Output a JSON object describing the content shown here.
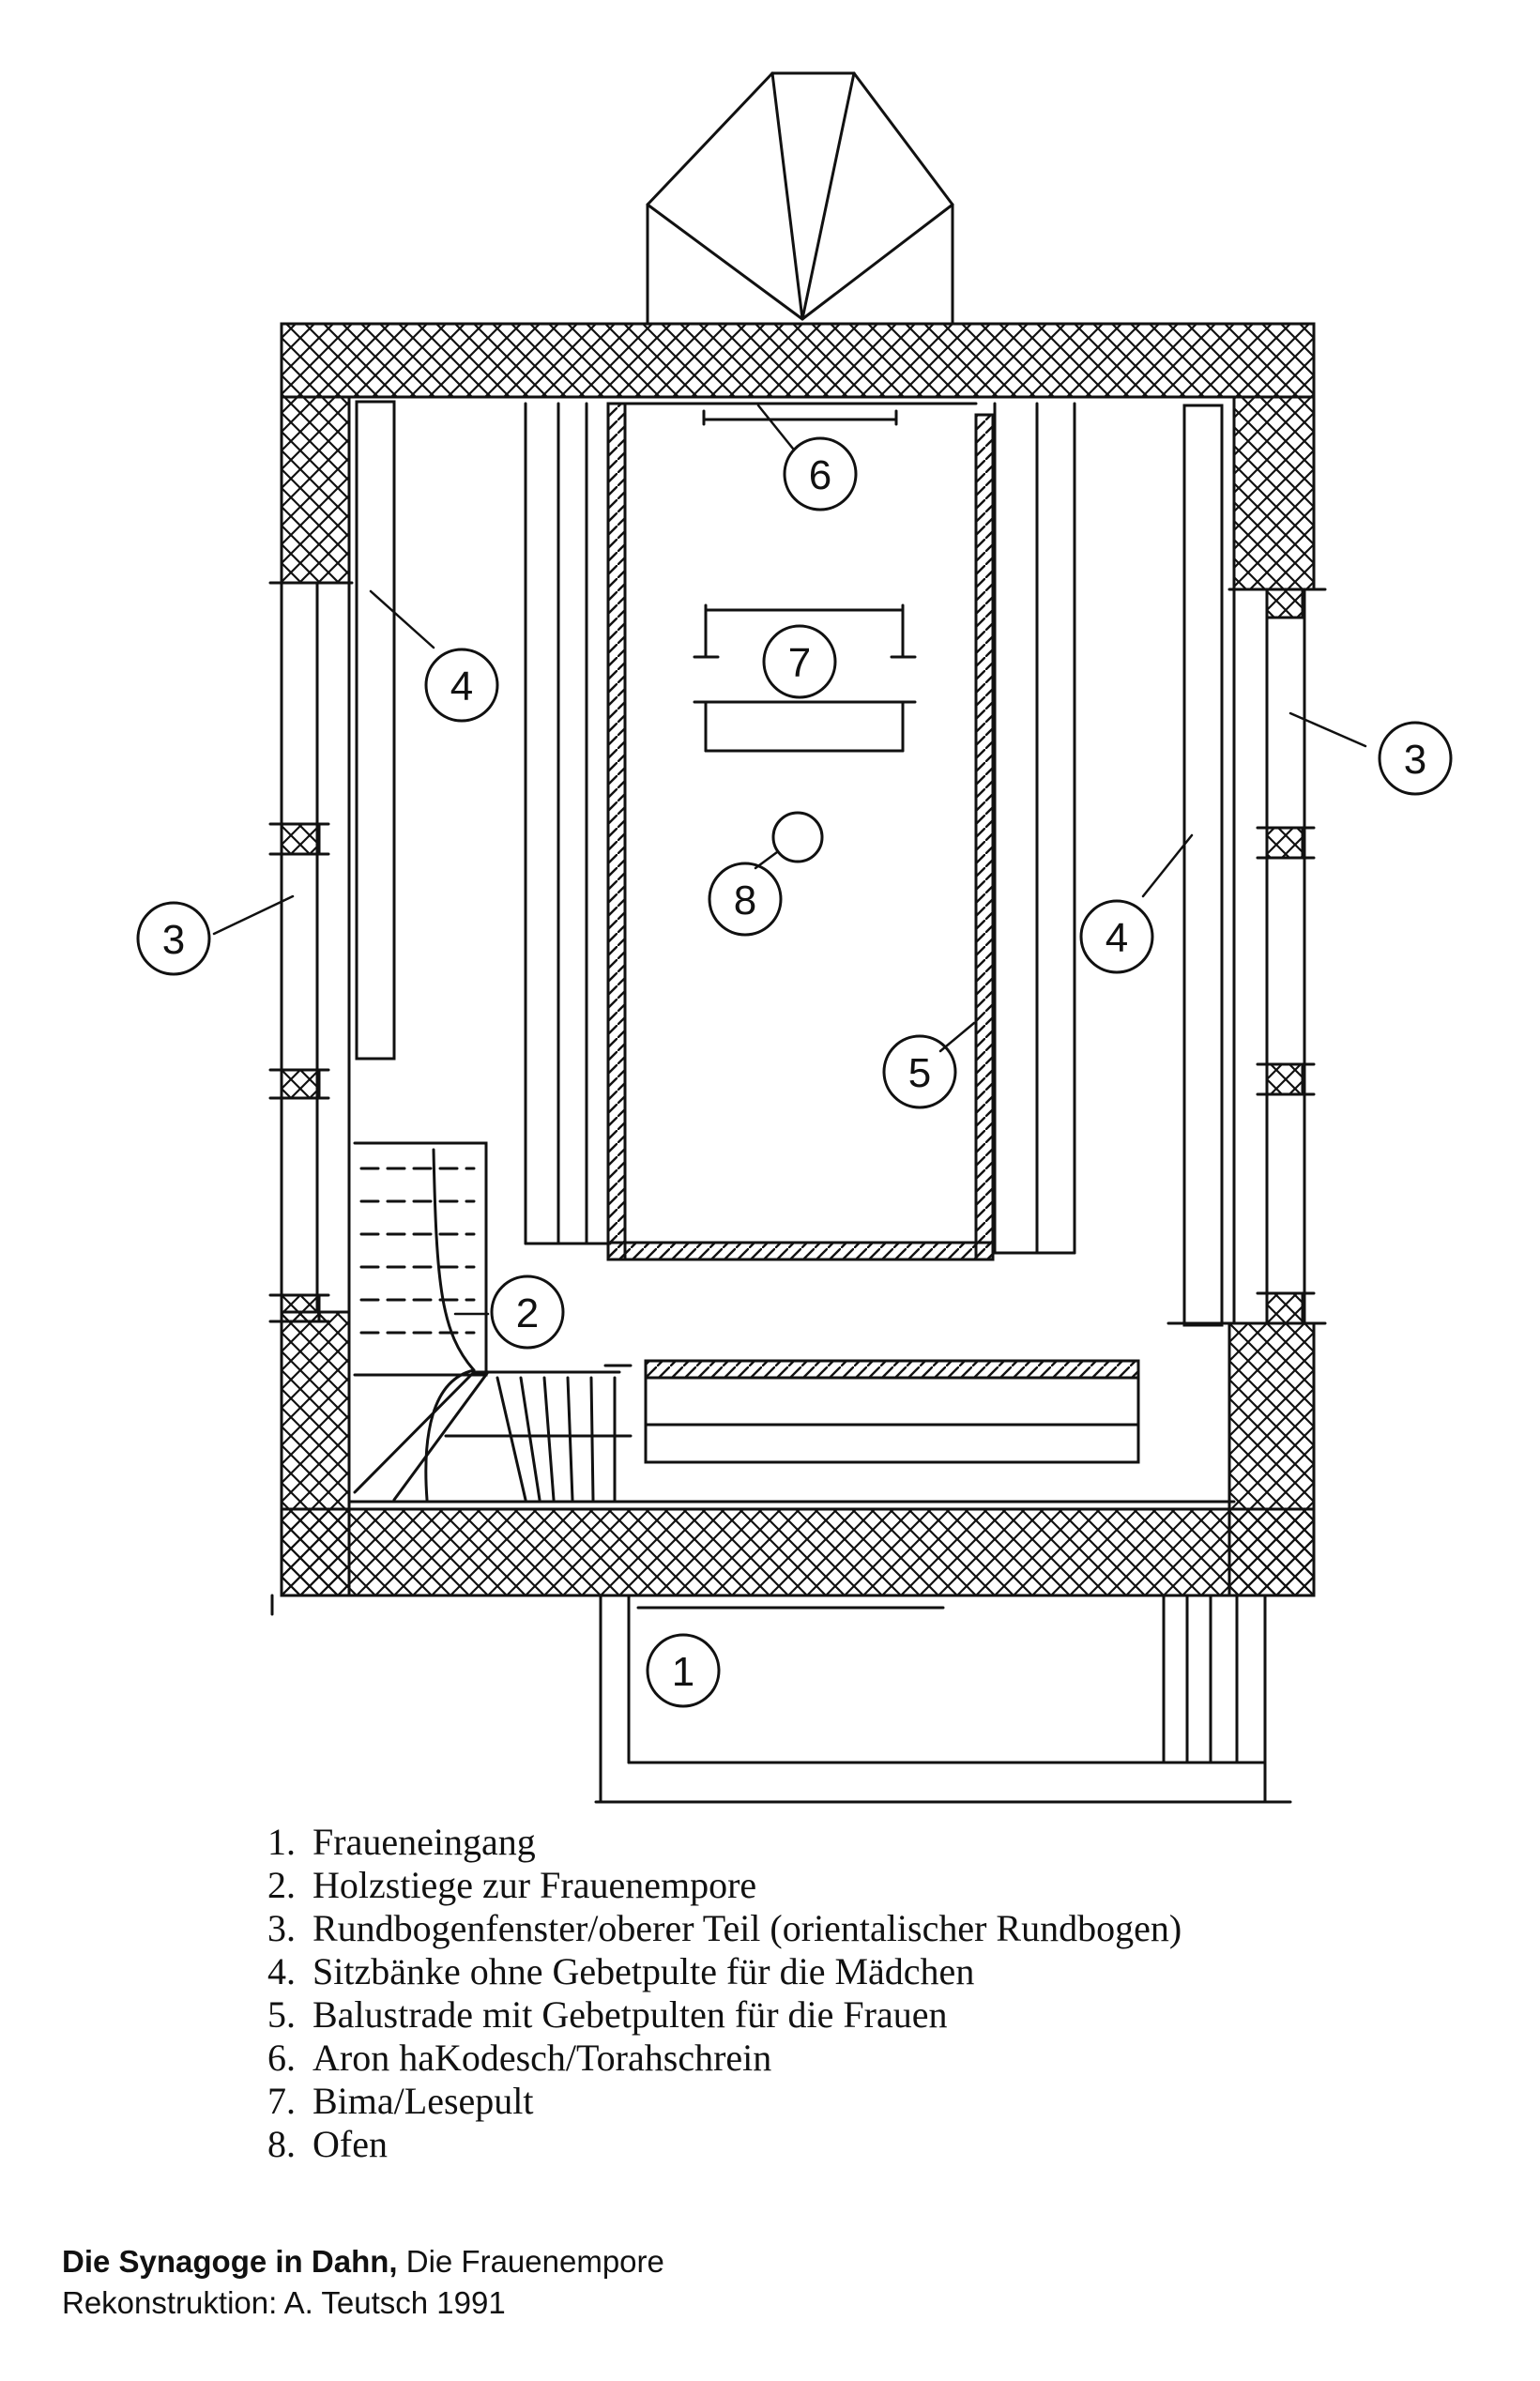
{
  "markers": [
    "1",
    "2",
    "3",
    "4",
    "5",
    "6",
    "7",
    "8"
  ],
  "legend": [
    {
      "num": "1.",
      "text": "Fraueneingang"
    },
    {
      "num": "2.",
      "text": "Holzstiege zur Frauenempore"
    },
    {
      "num": "3.",
      "text": "Rundbogenfenster/oberer Teil (orientalischer Rundbogen)"
    },
    {
      "num": "4.",
      "text": "Sitzbänke ohne Gebetpulte für die Mädchen"
    },
    {
      "num": "5.",
      "text": "Balustrade mit Gebetpulten für die Frauen"
    },
    {
      "num": "6.",
      "text": "Aron haKodesch/Torahschrein"
    },
    {
      "num": "7.",
      "text": "Bima/Lesepult"
    },
    {
      "num": "8.",
      "text": "Ofen"
    }
  ],
  "caption": {
    "title_bold": "Die Synagoge in Dahn,",
    "title_rest": " Die Frauenempore",
    "credit": "Rekonstruktion: A. Teutsch 1991"
  }
}
